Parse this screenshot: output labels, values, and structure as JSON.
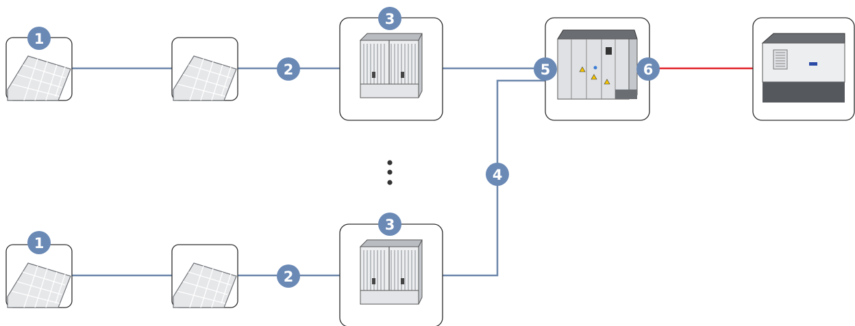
{
  "colors": {
    "connection_line": "#6b86ab",
    "ac_line": "#e21f26",
    "badge_fill": "#6a89b5",
    "box_border": "#2a2a2a",
    "panel_fill": "#e6e7e9",
    "panel_cell_line": "#ffffff",
    "enclosure_body": "#dfe1e4",
    "enclosure_roof": "#6a6d72",
    "warning_sign": "#f5c400"
  },
  "badges": {
    "pv_module_top": "1",
    "string_cable_top": "2",
    "combiner_top": "3",
    "pv_module_bottom": "1",
    "string_cable_bottom": "2",
    "combiner_bottom": "3",
    "dc_main_cable": "4",
    "inverter": "5",
    "ac_connection": "6"
  },
  "components": {
    "pv_module_icon": "solar-panel-icon",
    "combiner_icon": "string-combiner-box-icon",
    "inverter_icon": "central-inverter-icon",
    "transformer_icon": "medium-voltage-station-icon",
    "continuation_icon": "vertical-ellipsis-icon"
  }
}
